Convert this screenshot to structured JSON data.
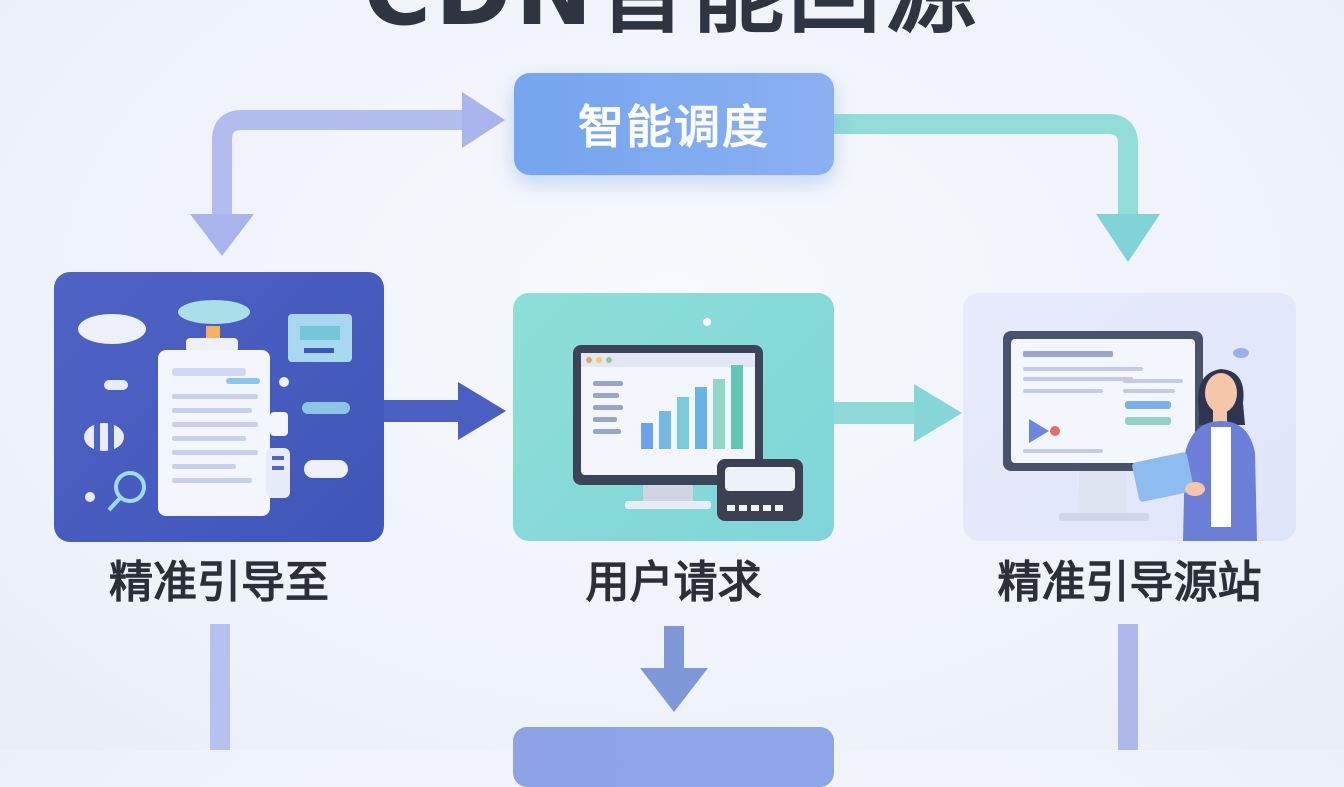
{
  "title": "CDN智能回源",
  "nodes": {
    "top": {
      "label": "智能调度"
    },
    "left": {
      "label": "精准引导至",
      "illustration": "document-checklist-illustration"
    },
    "center": {
      "label": "用户请求",
      "illustration": "computer-bar-chart-illustration"
    },
    "right": {
      "label": "精准引导源站",
      "illustration": "person-with-monitor-illustration"
    },
    "bottom": {
      "label": ""
    }
  },
  "colors": {
    "title": "#2f3441",
    "top_box": "#7eaaf0",
    "left_card": "#4a5fc1",
    "center_card": "#86dad8",
    "right_card": "#e4e9fa",
    "arrow_purple": "#aab4ec",
    "arrow_teal": "#7fd3d6",
    "arrow_blue": "#4a5fc1"
  }
}
